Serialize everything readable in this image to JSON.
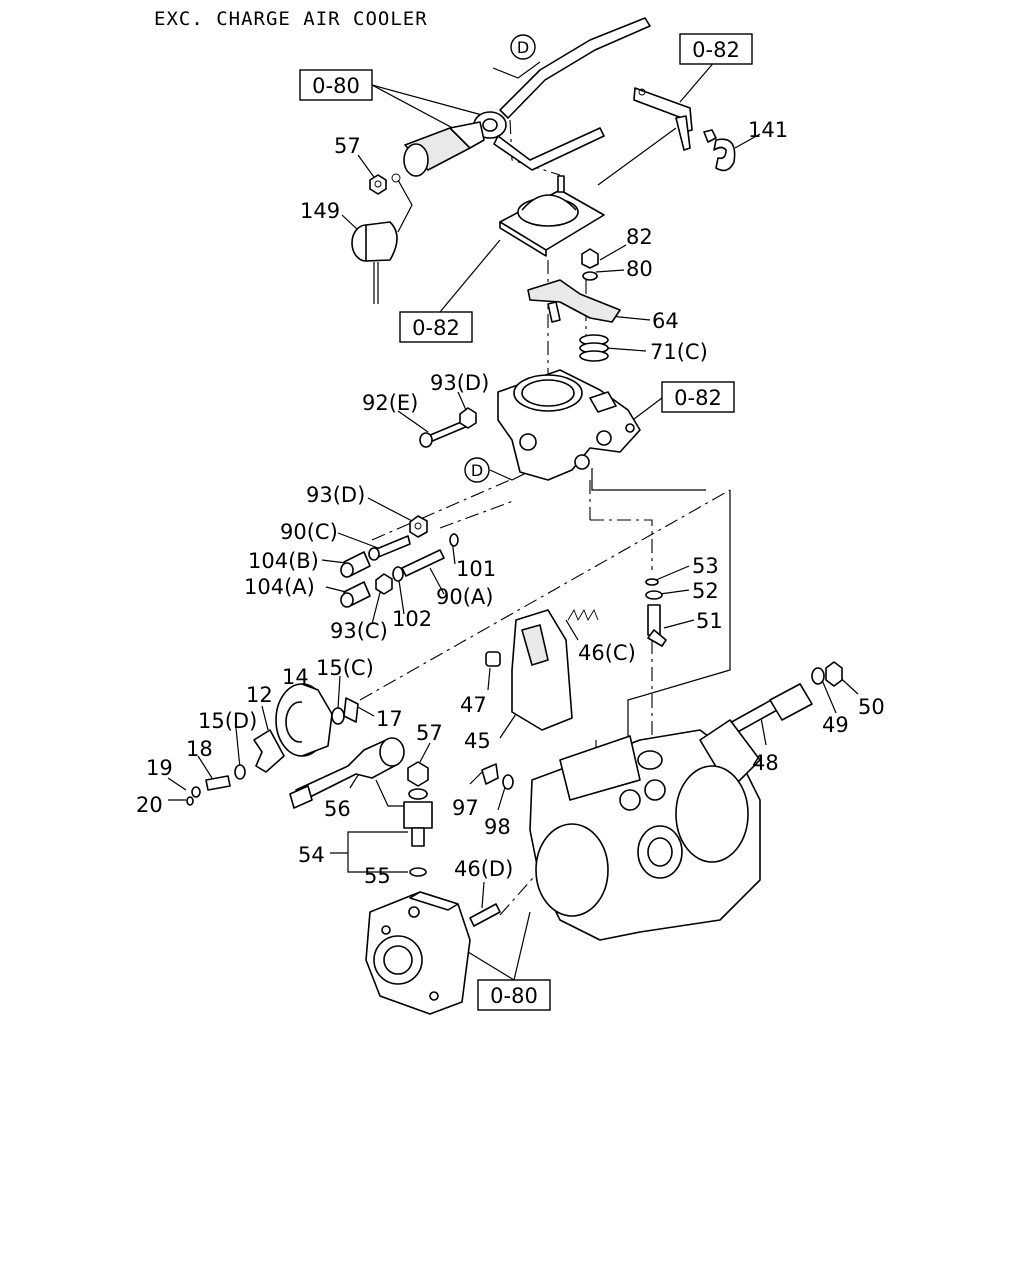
{
  "title": "EXC. CHARGE AIR COOLER",
  "reference_boxes": {
    "ref_top_0_80": "0-80",
    "ref_top_0_82": "0-82",
    "ref_diaphragm_0_82": "0-82",
    "ref_governor_0_82": "0-82",
    "ref_bottom_0_80": "0-80"
  },
  "circle_markers": {
    "top": "D",
    "middle": "D"
  },
  "part_labels": {
    "p57_top": "57",
    "p149": "149",
    "p141": "141",
    "p82": "82",
    "p80": "80",
    "p64": "64",
    "p71c": "71(C)",
    "p93d_top": "93(D)",
    "p92e": "92(E)",
    "p93d_mid": "93(D)",
    "p90c": "90(C)",
    "p104b": "104(B)",
    "p104a": "104(A)",
    "p101": "101",
    "p90a": "90(A)",
    "p93c": "93(C)",
    "p102": "102",
    "p53": "53",
    "p52": "52",
    "p51": "51",
    "p46c": "46(C)",
    "p47": "47",
    "p45": "45",
    "p15c": "15(C)",
    "p14": "14",
    "p12": "12",
    "p17": "17",
    "p15d": "15(D)",
    "p18": "18",
    "p19": "19",
    "p20": "20",
    "p57_bot": "57",
    "p56": "56",
    "p54": "54",
    "p55": "55",
    "p97": "97",
    "p98": "98",
    "p46d": "46(D)",
    "p48": "48",
    "p49": "49",
    "p50": "50"
  }
}
